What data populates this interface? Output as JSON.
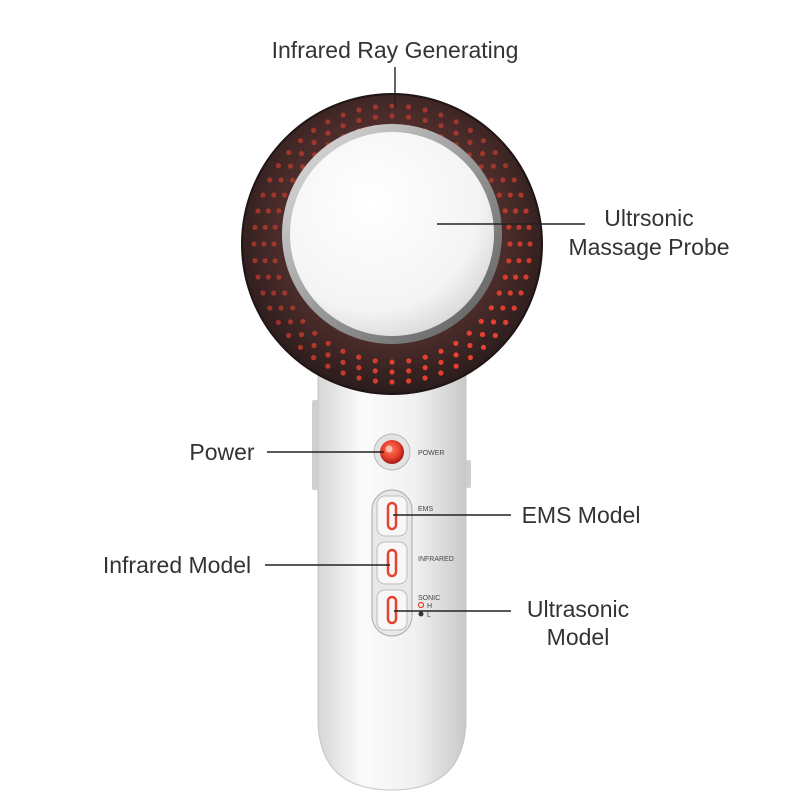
{
  "callouts": {
    "infrared_ray": "Infrared Ray Generating",
    "probe_line1": "Ultrsonic",
    "probe_line2": "Massage Probe",
    "power": "Power",
    "ems": "EMS Model",
    "infrared_model": "Infrared Model",
    "ultrasonic_line1": "Ultrasonic",
    "ultrasonic_line2": "Model"
  },
  "device": {
    "power_label": "POWER",
    "ems_label": "EMS",
    "infrared_label": "INFRARED",
    "sonic_label": "SONIC",
    "sonic_high": "H",
    "sonic_low": "L"
  },
  "colors": {
    "led_red": "#e8412f",
    "ring_dark": "#3a2a2a",
    "body_white": "#f2f2f2"
  }
}
